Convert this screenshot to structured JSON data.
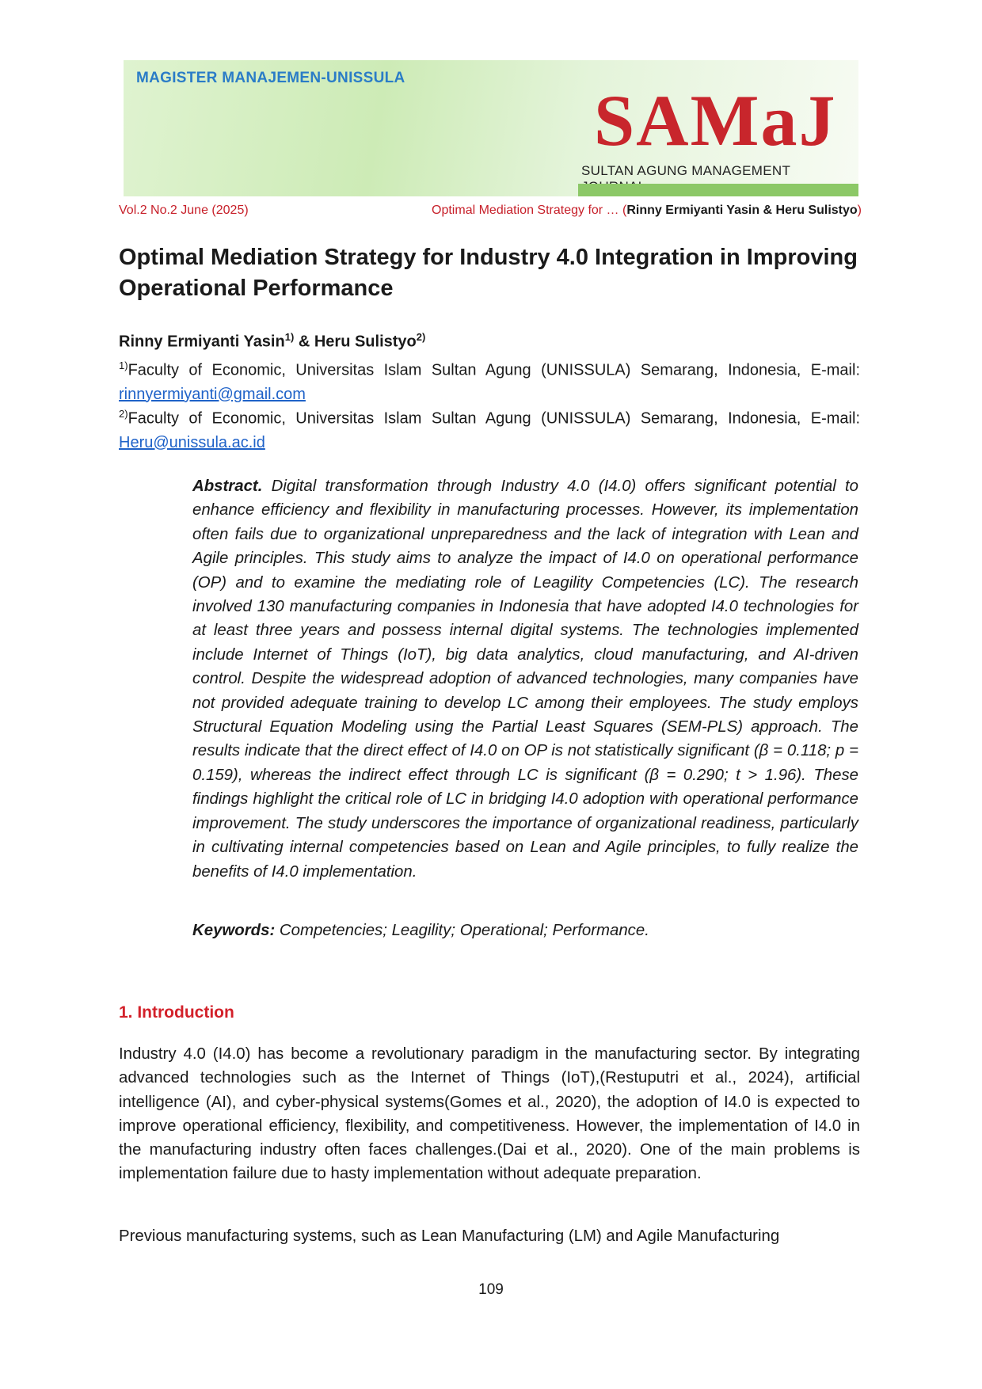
{
  "banner": {
    "program": "MAGISTER MANAJEMEN-UNISSULA",
    "logo": "SAMaJ",
    "journal_name": "SULTAN AGUNG MANAGEMENT JOURNAL"
  },
  "running_header": {
    "volume": "Vol.2 No.2 June (2025)",
    "short_title": "Optimal Mediation Strategy for … (",
    "authors": "Rinny Ermiyanti Yasin & Heru Sulistyo",
    "close": ")"
  },
  "title_line1": "Optimal Mediation Strategy for Industry 4.0 Integration in Improving",
  "title_line2": "Operational Performance",
  "authors": {
    "author1": "Rinny Ermiyanti Yasin",
    "sup1": "1)",
    "sep": " & ",
    "author2": "Heru Sulistyo",
    "sup2": "2)"
  },
  "affiliations": [
    {
      "sup": "1)",
      "text": "Faculty of Economic, Universitas Islam Sultan Agung (UNISSULA) Semarang, Indonesia, E-mail: ",
      "email": "rinnyermiyanti@gmail.com"
    },
    {
      "sup": "2)",
      "text": "Faculty of Economic, Universitas Islam Sultan Agung (UNISSULA) Semarang, Indonesia, E-mail: ",
      "email": "Heru@unissula.ac.id"
    }
  ],
  "abstract": {
    "label": "Abstract.",
    "text": " Digital transformation through Industry 4.0 (I4.0) offers significant potential to enhance efficiency and flexibility in manufacturing processes. However, its implementation often fails due to organizational unpreparedness and the lack of integration with Lean and Agile principles. This study aims to analyze the impact of I4.0 on operational performance (OP) and to examine the mediating role of Leagility Competencies (LC). The research involved 130 manufacturing companies in Indonesia that have adopted I4.0 technologies for at least three years and possess internal digital systems. The technologies implemented include Internet of Things (IoT), big data analytics, cloud manufacturing, and AI-driven control. Despite the widespread adoption of advanced technologies, many companies have not provided adequate training to develop LC among their employees. The study employs Structural Equation Modeling using the Partial Least Squares (SEM-PLS) approach. The results indicate that the direct effect of I4.0 on OP is not statistically significant (β = 0.118; p = 0.159), whereas the indirect effect through LC is significant (β = 0.290; t > 1.96). These findings highlight the critical role of LC in bridging I4.0 adoption with operational performance improvement. The study underscores the importance of organizational readiness, particularly in cultivating internal competencies based on Lean and Agile principles, to fully realize the benefits of I4.0 implementation."
  },
  "keywords": {
    "label": "Keywords:",
    "text": " Competencies; Leagility; Operational; Performance."
  },
  "section_heading": "1. Introduction",
  "paragraphs": [
    "Industry 4.0 (I4.0) has become a revolutionary paradigm in the manufacturing sector. By integrating advanced technologies such as the Internet of Things (IoT),(Restuputri et al., 2024), artificial intelligence (AI), and cyber-physical systems(Gomes et al., 2020), the adoption of I4.0 is expected to improve operational efficiency, flexibility, and competitiveness. However, the implementation of I4.0 in the manufacturing industry often faces challenges.(Dai et al., 2020). One of the main problems is implementation failure due to hasty implementation without adequate preparation.",
    "Previous manufacturing systems, such as Lean Manufacturing (LM) and Agile Manufacturing"
  ],
  "page_number": "109"
}
